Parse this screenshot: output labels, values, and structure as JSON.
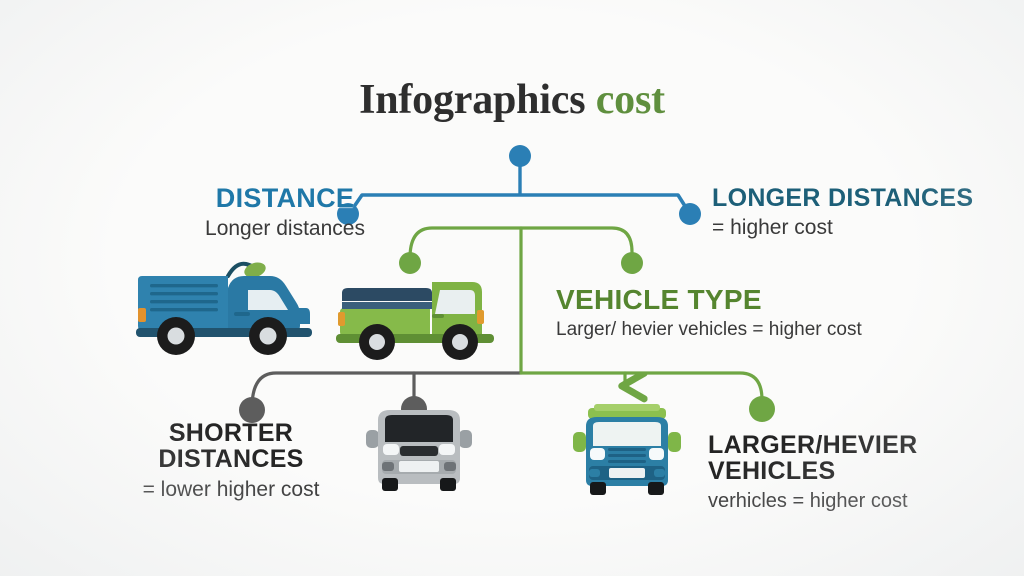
{
  "page": {
    "background_color": "#fbfbfa",
    "title_main": "Infographics",
    "title_accent": "cost"
  },
  "colors": {
    "blue_node": "#2b7fb5",
    "blue_heading": "#1f78a8",
    "teal_heading": "#1d5f78",
    "green_node": "#6fa644",
    "green_heading": "#55852f",
    "gray_node": "#5d5d5d",
    "dark_text": "#242424",
    "sub_text": "#3a3a3a"
  },
  "labels": {
    "distance": {
      "heading": "DISTANCE",
      "sub": "Longer distances"
    },
    "longer": {
      "heading": "LONGER DISTANCES",
      "sub": "= higher cost"
    },
    "vehicle": {
      "heading": "VEHICLE TYPE",
      "sub": "Larger/ hevier vehicles = higher cost"
    },
    "shorter": {
      "heading": "SHORTER DISTANCES",
      "sub": "= lower  higher cost"
    },
    "larger": {
      "heading": "LARGER/HEVIER VEHICLES",
      "sub": "verhicles = higher cost"
    }
  },
  "vehicles": [
    {
      "id": "blue-van",
      "name": "blue-delivery-van-side-icon",
      "color": "#2a7fa8"
    },
    {
      "id": "green-truck",
      "name": "green-pickup-truck-side-icon",
      "color": "#7bb03f"
    },
    {
      "id": "gray-van",
      "name": "gray-van-front-icon",
      "color": "#b8bcbe"
    },
    {
      "id": "blue-truck",
      "name": "blue-truck-front-icon",
      "color": "#2c7fa5"
    }
  ],
  "connectors": [
    {
      "name": "blue-bracket-top",
      "color": "#2b7fb5",
      "nodes": 3
    },
    {
      "name": "green-bracket-mid",
      "color": "#6fa644",
      "nodes": 2
    },
    {
      "name": "gray-bracket-bottom",
      "color": "#5d5d5d",
      "nodes": 2
    },
    {
      "name": "green-bracket-bottom",
      "color": "#6fa644",
      "nodes": 1,
      "arrow": true
    }
  ]
}
